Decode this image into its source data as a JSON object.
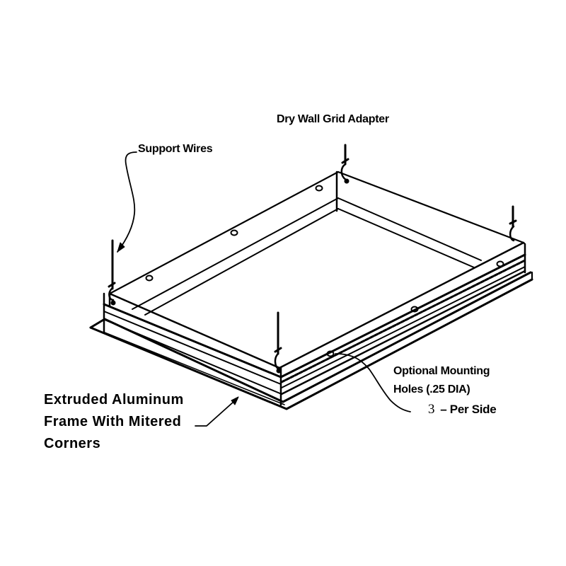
{
  "diagram": {
    "title": "Drywall ceiling frame assembly (isometric)",
    "labels": {
      "drywall_grid_adapter": "Dry Wall Grid Adapter",
      "support_wires": "Support Wires",
      "mounting_holes_line1": "Optional Mounting",
      "mounting_holes_line2": "Holes (.25 DIA)",
      "per_side_count": "3",
      "per_side_text": "– Per Side",
      "frame_line1": "Extruded Aluminum",
      "frame_line2": "Frame With Mitered",
      "frame_line3": "Corners"
    },
    "colors": {
      "stroke": "#000000",
      "background": "#ffffff"
    }
  }
}
